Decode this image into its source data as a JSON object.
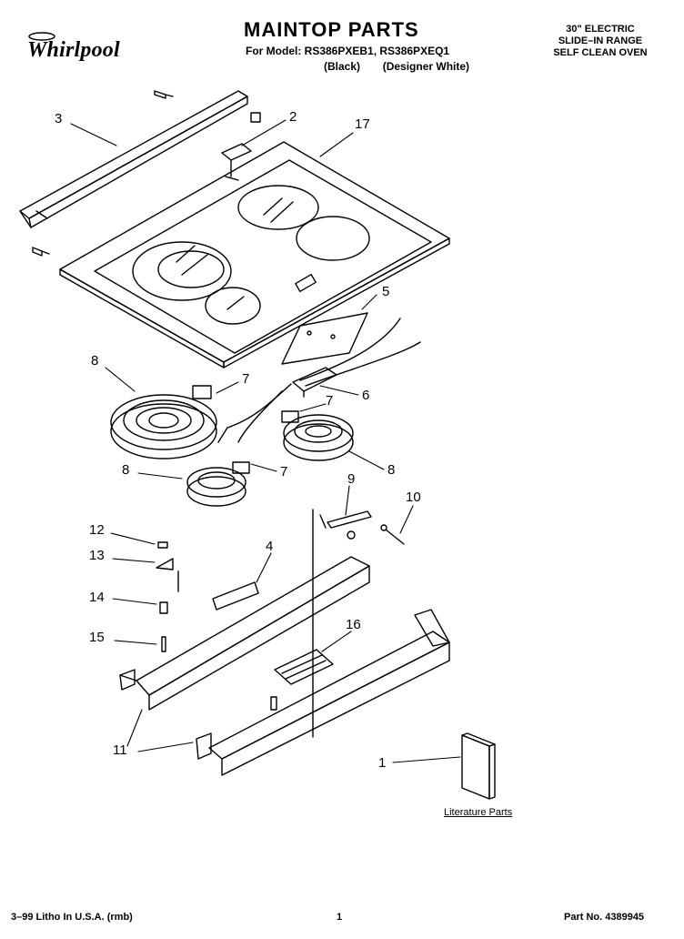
{
  "header": {
    "brand": "Whirlpool",
    "title": "MAINTOP PARTS",
    "model_line": "For Model: RS386PXEB1, RS386PXEQ1",
    "variant_black": "(Black)",
    "variant_white": "(Designer White)",
    "range_line1": "30\" ELECTRIC",
    "range_line2": "SLIDE–IN RANGE",
    "range_line3": "SELF CLEAN OVEN"
  },
  "callouts": {
    "c1": "1",
    "c2": "2",
    "c3": "3",
    "c4": "4",
    "c5": "5",
    "c6": "6",
    "c7a": "7",
    "c7b": "7",
    "c7c": "7",
    "c8a": "8",
    "c8b": "8",
    "c8c": "8",
    "c9": "9",
    "c10": "10",
    "c11a": "11",
    "c12": "12",
    "c13": "13",
    "c14": "14",
    "c15": "15",
    "c16": "16",
    "c17": "17"
  },
  "literature_label": "Literature Parts",
  "footer": {
    "litho": "3–99 Litho In U.S.A. (rmb)",
    "page": "1",
    "part_no": "Part No. 4389945"
  }
}
